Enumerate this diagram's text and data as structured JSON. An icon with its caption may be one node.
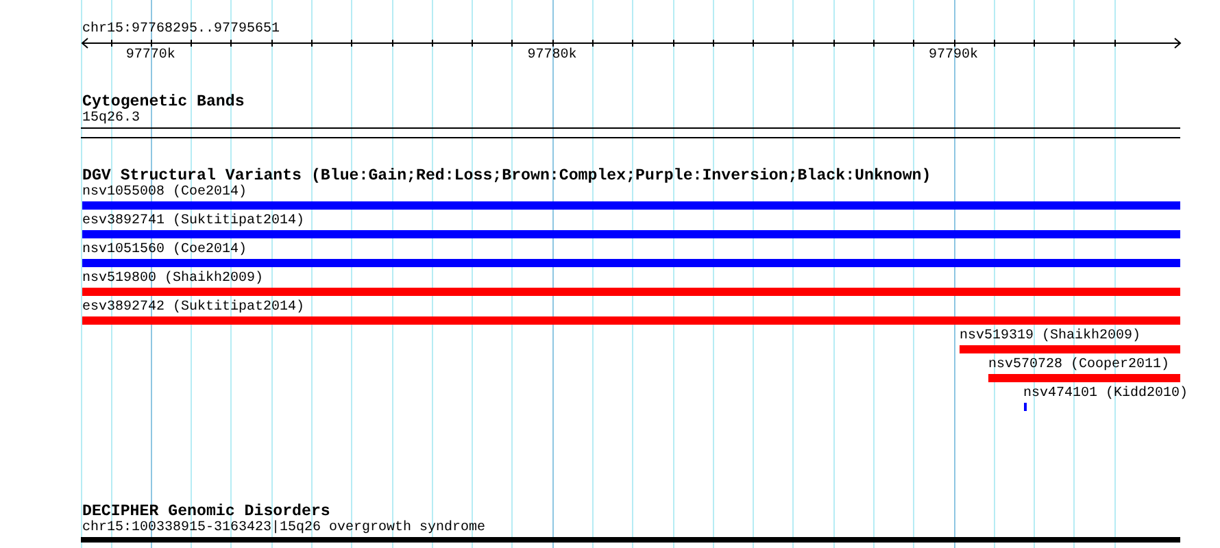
{
  "diagram": {
    "nodes": [
      {
        "text": [
          "15q26.3"
        ]
      },
      {
        "text": [
          "nsv1055008 (Coe2014)"
        ]
      },
      {
        "text": [
          "esv3892741 (Suktitipat2014)"
        ]
      },
      {
        "text": [
          "nsv1051560 (Coe2014)"
        ]
      },
      {
        "text": [
          "nsv519800 (Shaikh2009)"
        ]
      },
      {
        "text": [
          "esv3892742 (Suktitipat2014)"
        ]
      },
      {
        "text": [
          "nsv519319 (Shaikh2009)"
        ]
      },
      {
        "text": [
          "nsv570728 (Cooper2011)"
        ]
      },
      {
        "text": [
          "nsv474101 (Kidd2010)"
        ]
      },
      {
        "text": [
          "chr15:100338915-3163423|15q26 overgrowth syndrome"
        ]
      }
    ],
    "labels": [
      "chr15:97768295..97795651",
      "97770k",
      "97780k",
      "97790k",
      "Cytogenetic Bands",
      "DGV Structural Variants (Blue:Gain;Red:Loss;Brown:Complex;Purple:Inversion;Black:Unknown)",
      "DECIPHER Genomic Disorders"
    ]
  }
}
